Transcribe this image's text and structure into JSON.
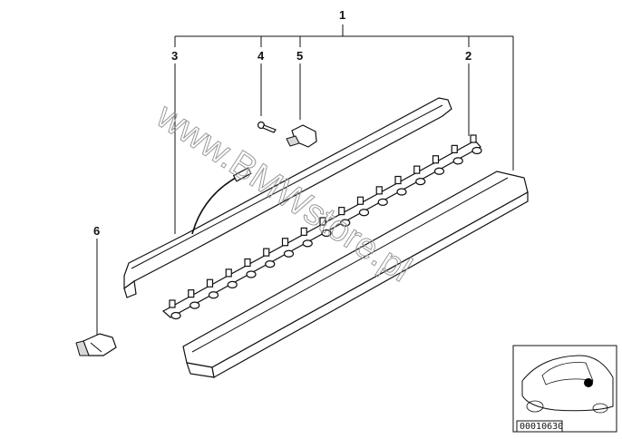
{
  "callouts": {
    "c1": "1",
    "c2": "2",
    "c3": "3",
    "c4": "4",
    "c5": "5",
    "c6": "6"
  },
  "watermark": "www.BMWstore.pl",
  "thumbnail": {
    "ref_code": "00010630"
  }
}
